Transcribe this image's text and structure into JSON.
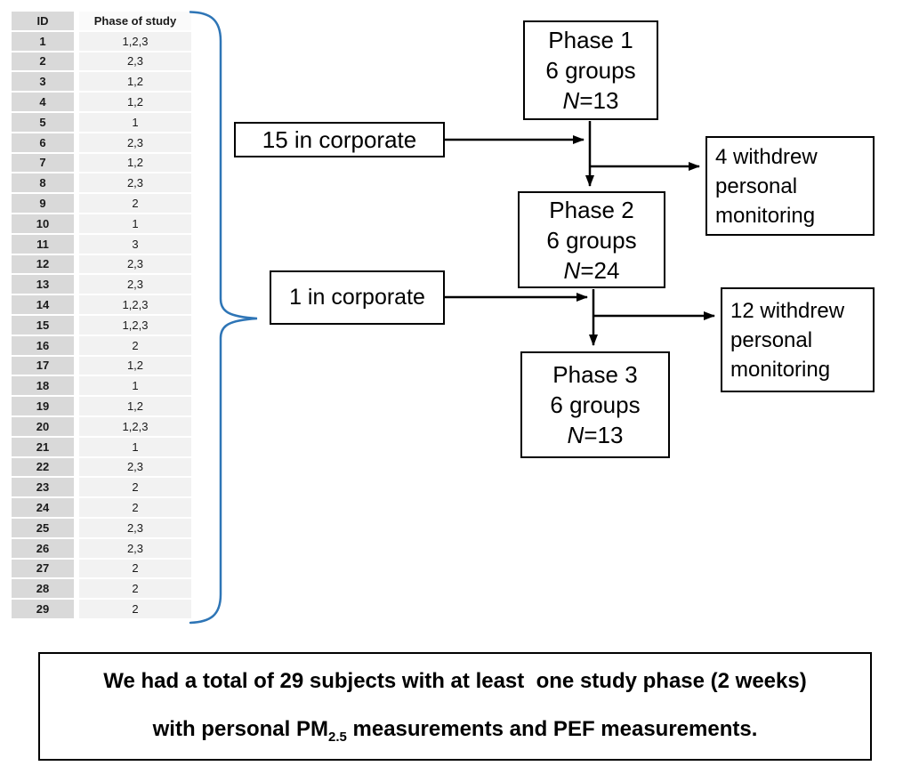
{
  "table": {
    "headers": {
      "id": "ID",
      "phase": "Phase of study"
    },
    "rows": [
      {
        "id": "1",
        "phase": "1,2,3"
      },
      {
        "id": "2",
        "phase": "2,3"
      },
      {
        "id": "3",
        "phase": "1,2"
      },
      {
        "id": "4",
        "phase": "1,2"
      },
      {
        "id": "5",
        "phase": "1"
      },
      {
        "id": "6",
        "phase": "2,3"
      },
      {
        "id": "7",
        "phase": "1,2"
      },
      {
        "id": "8",
        "phase": "2,3"
      },
      {
        "id": "9",
        "phase": "2"
      },
      {
        "id": "10",
        "phase": "1"
      },
      {
        "id": "11",
        "phase": "3"
      },
      {
        "id": "12",
        "phase": "2,3"
      },
      {
        "id": "13",
        "phase": "2,3"
      },
      {
        "id": "14",
        "phase": "1,2,3"
      },
      {
        "id": "15",
        "phase": "1,2,3"
      },
      {
        "id": "16",
        "phase": "2"
      },
      {
        "id": "17",
        "phase": "1,2"
      },
      {
        "id": "18",
        "phase": "1"
      },
      {
        "id": "19",
        "phase": "1,2"
      },
      {
        "id": "20",
        "phase": "1,2,3"
      },
      {
        "id": "21",
        "phase": "1"
      },
      {
        "id": "22",
        "phase": "2,3"
      },
      {
        "id": "23",
        "phase": "2"
      },
      {
        "id": "24",
        "phase": "2"
      },
      {
        "id": "25",
        "phase": "2,3"
      },
      {
        "id": "26",
        "phase": "2,3"
      },
      {
        "id": "27",
        "phase": "2"
      },
      {
        "id": "28",
        "phase": "2"
      },
      {
        "id": "29",
        "phase": "2"
      }
    ]
  },
  "flowchart": {
    "phase1": {
      "line1": "Phase 1",
      "line2": "6 groups",
      "n_italic": "N",
      "n_value": "=13"
    },
    "phase2": {
      "line1": "Phase 2",
      "line2": "6 groups",
      "n_italic": "N",
      "n_value": "=24"
    },
    "phase3": {
      "line1": "Phase 3",
      "line2": "6 groups",
      "n_italic": "N",
      "n_value": "=13"
    },
    "corporate_top": "15 in corporate",
    "corporate_bottom": "1 in corporate",
    "withdrew_top": {
      "line1": "4 withdrew",
      "line2": "personal",
      "line3": "monitoring"
    },
    "withdrew_bottom": {
      "line1": "12 withdrew",
      "line2": "personal",
      "line3": "monitoring"
    }
  },
  "summary": {
    "line1": "We had a total of 29 subjects with at least  one study phase (2 weeks)",
    "line2_prefix": "with personal PM",
    "line2_sub": "2.5",
    "line2_suffix": " measurements and PEF measurements."
  },
  "colors": {
    "brace": "#2E75B6",
    "arrow": "#000000",
    "table_id_bg": "#D9D9D9",
    "table_phase_bg": "#F2F2F2",
    "box_border": "#000000"
  }
}
